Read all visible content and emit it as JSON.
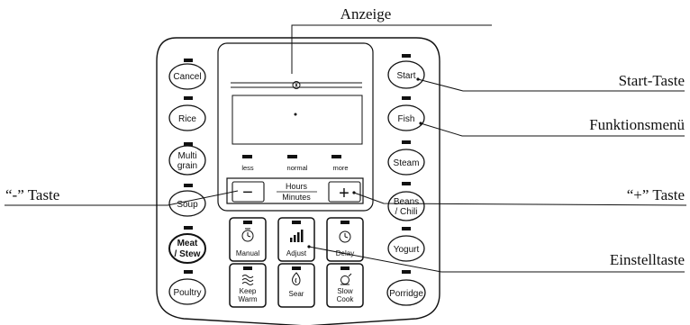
{
  "callouts": {
    "display": "Anzeige",
    "start_key": "Start-Taste",
    "function_menu": "Funktionsmenü",
    "minus_key": "“-” Taste",
    "plus_key": "“+” Taste",
    "adjust_key": "Einstelltaste"
  },
  "left_buttons": [
    {
      "line1": "Cancel",
      "line2": ""
    },
    {
      "line1": "Rice",
      "line2": ""
    },
    {
      "line1": "Multi",
      "line2": "grain"
    },
    {
      "line1": "Soup",
      "line2": ""
    },
    {
      "line1": "Meat",
      "line2": "/ Stew"
    },
    {
      "line1": "Poultry",
      "line2": ""
    }
  ],
  "right_buttons": [
    {
      "line1": "Start",
      "line2": ""
    },
    {
      "line1": "Fish",
      "line2": ""
    },
    {
      "line1": "Steam",
      "line2": ""
    },
    {
      "line1": "Beans",
      "line2": "/ Chili"
    },
    {
      "line1": "Yogurt",
      "line2": ""
    },
    {
      "line1": "Porridge",
      "line2": ""
    }
  ],
  "pressure_levels": [
    "less",
    "normal",
    "more"
  ],
  "time_display": {
    "hours": "Hours",
    "minutes": "Minutes",
    "minus": "−",
    "plus": "+"
  },
  "center_keys": {
    "manual": "Manual",
    "adjust": "Adjust",
    "delay": "Delay",
    "keep_warm_1": "Keep",
    "keep_warm_2": "Warm",
    "sear": "Sear",
    "slow_cook_1": "Slow",
    "slow_cook_2": "Cook"
  }
}
